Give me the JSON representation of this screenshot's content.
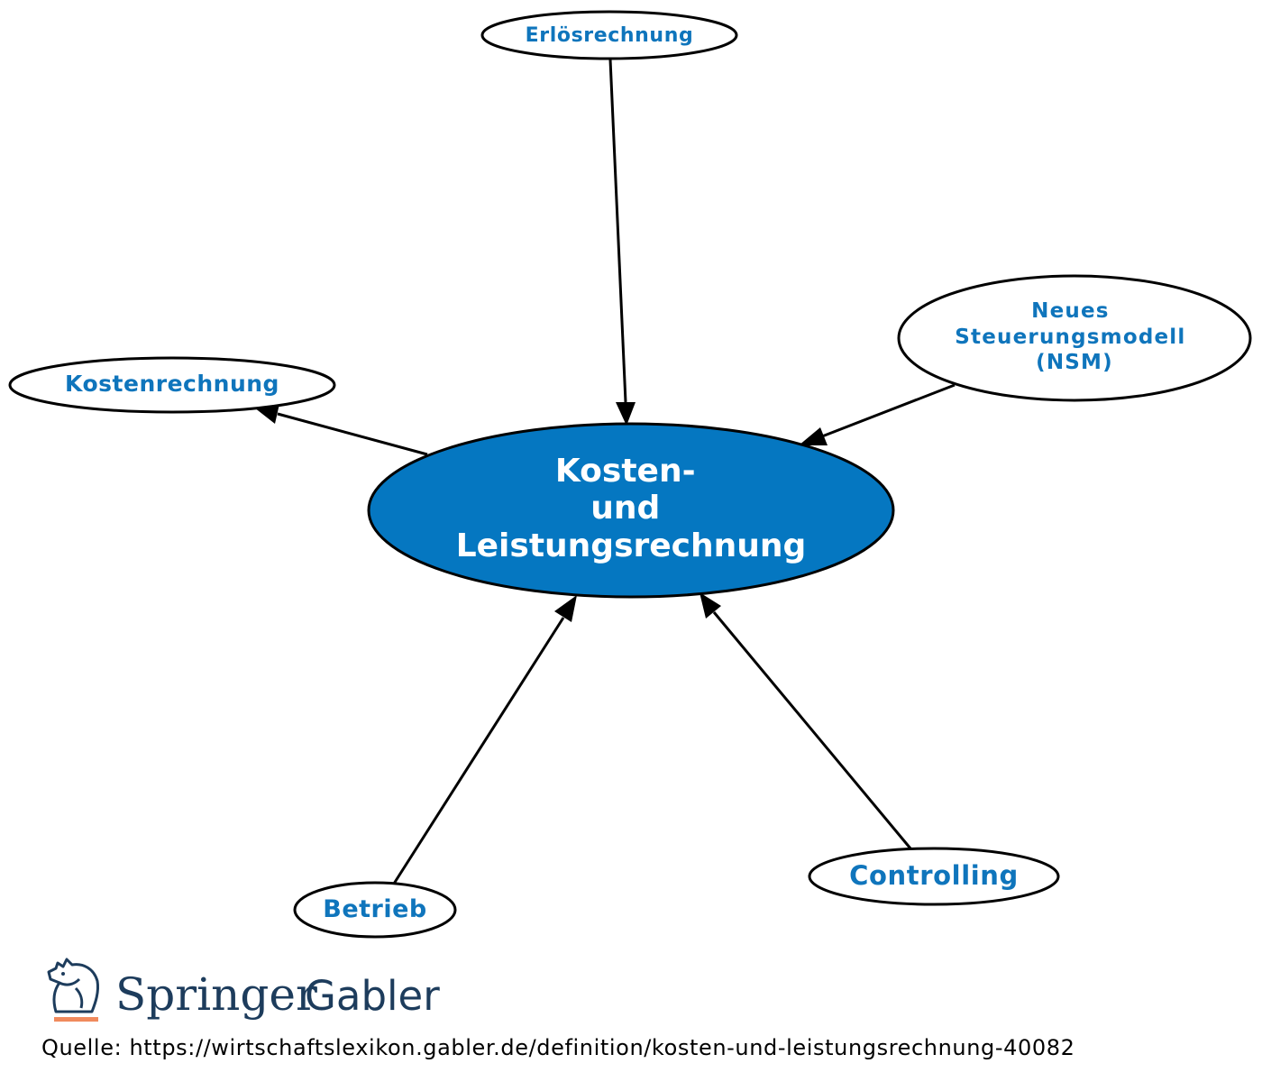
{
  "diagram": {
    "center": {
      "lines": [
        "Kosten-",
        "und",
        "Leistungsrechnung"
      ]
    },
    "nodes": {
      "erloesrechnung": {
        "lines": [
          "Erlösrechnung"
        ]
      },
      "nsm": {
        "lines": [
          "Neues",
          "Steuerungsmodell",
          "(NSM)"
        ]
      },
      "kostenrechnung": {
        "lines": [
          "Kostenrechnung"
        ]
      },
      "betrieb": {
        "lines": [
          "Betrieb"
        ]
      },
      "controlling": {
        "lines": [
          "Controlling"
        ]
      }
    }
  },
  "colors": {
    "center_fill": "#0577c1",
    "node_text": "#0f75bc",
    "edge": "#000000",
    "logo": "#1d3c5c",
    "logo_accent": "#f08a5d"
  },
  "logo": {
    "brand": "Springer",
    "imprint": "Gabler",
    "icon": "springer-knight-icon"
  },
  "source_text": "Quelle: https://wirtschaftslexikon.gabler.de/definition/kosten-und-leistungsrechnung-40082"
}
